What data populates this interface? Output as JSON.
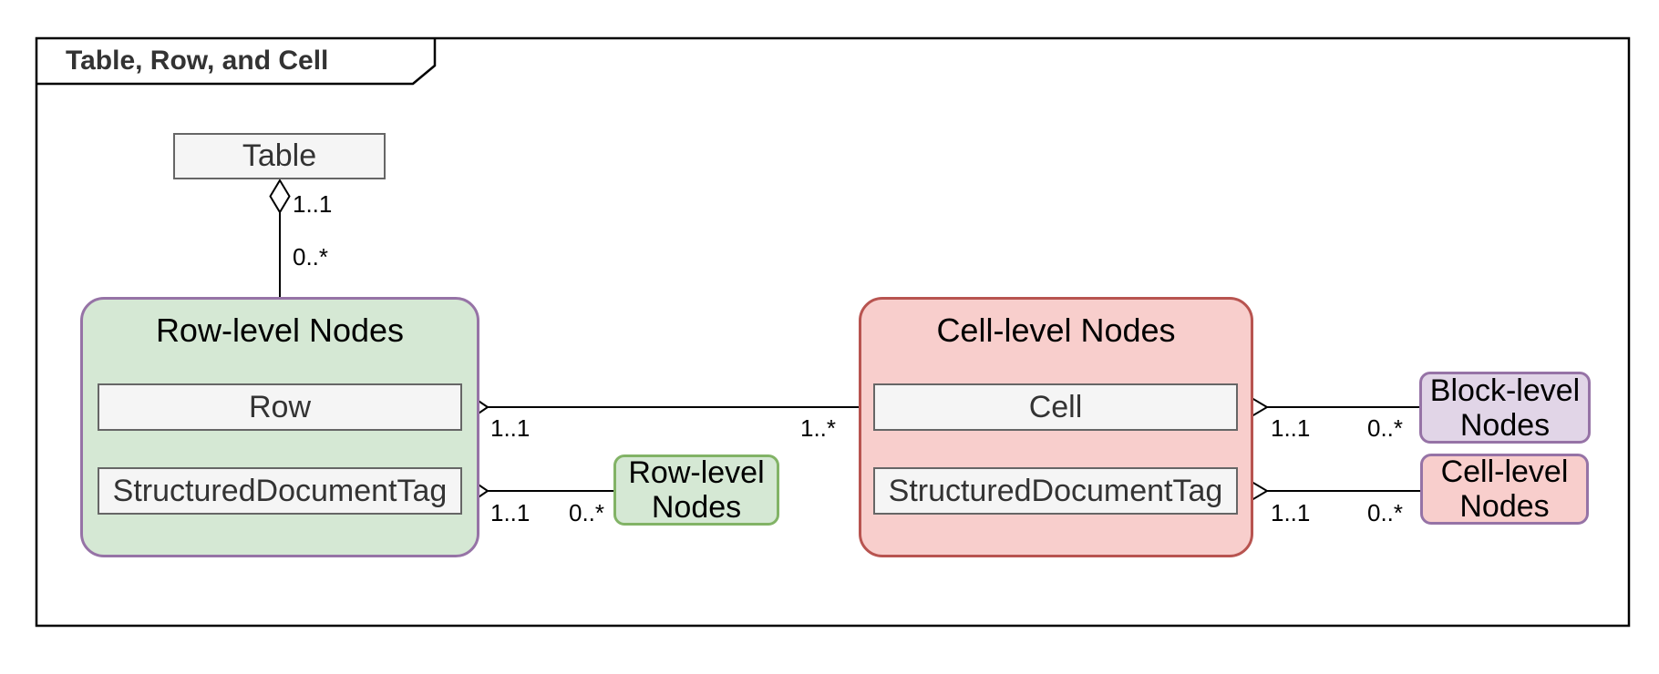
{
  "frame": {
    "title": "Table, Row, and Cell"
  },
  "nodes": {
    "table": {
      "label": "Table"
    },
    "row_group": {
      "title": "Row-level Nodes",
      "members": {
        "row": "Row",
        "sdt": "StructuredDocumentTag"
      }
    },
    "cell_group": {
      "title": "Cell-level Nodes",
      "members": {
        "cell": "Cell",
        "sdt": "StructuredDocumentTag"
      }
    },
    "row_level_ref": {
      "label": "Row-level Nodes"
    },
    "block_level_ref": {
      "label": "Block-level Nodes"
    },
    "cell_level_ref": {
      "label": "Cell-level Nodes"
    }
  },
  "edges": {
    "table_to_row_group": {
      "type": "aggregation",
      "source_mult": "1..1",
      "target_mult": "0..*"
    },
    "row_to_cell_group": {
      "type": "aggregation",
      "source_mult": "1..1",
      "target_mult": "1..*"
    },
    "row_sdt_to_row_level": {
      "type": "aggregation",
      "source_mult": "1..1",
      "target_mult": "0..*"
    },
    "cell_to_block_level": {
      "type": "aggregation",
      "source_mult": "1..1",
      "target_mult": "0..*"
    },
    "cell_sdt_to_cell_level": {
      "type": "aggregation",
      "source_mult": "1..1",
      "target_mult": "0..*"
    }
  },
  "colors": {
    "frame_stroke": "#000000",
    "box_fill": "#f5f5f5",
    "box_stroke": "#666666",
    "box_text": "#333333",
    "green_fill": "#d5e8d4",
    "green_stroke": "#82b366",
    "red_fill": "#f8cecc",
    "red_stroke": "#b85450",
    "purple_fill": "#e1d5e7",
    "purple_stroke": "#9673a6"
  }
}
